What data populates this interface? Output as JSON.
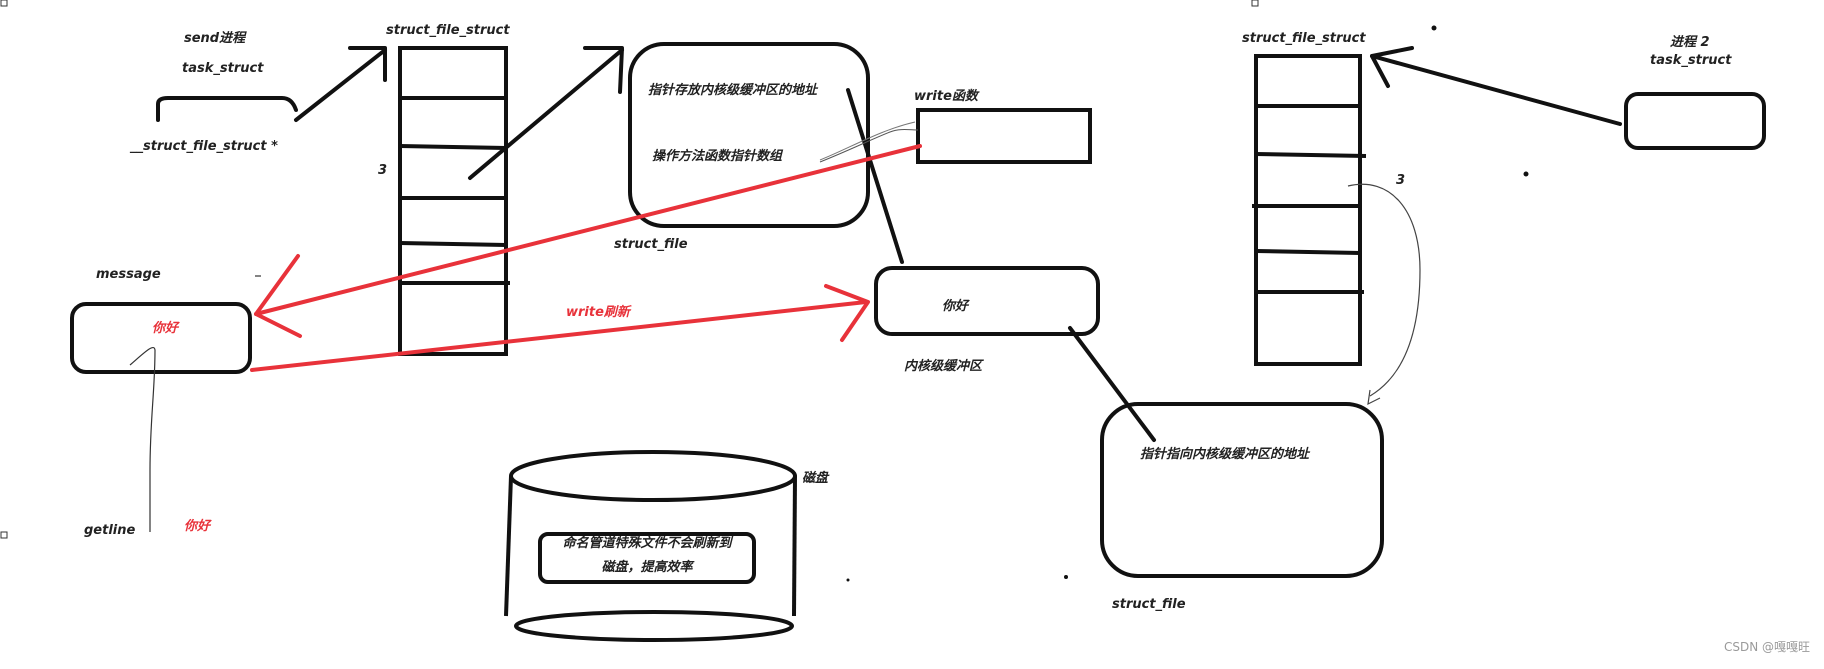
{
  "colors": {
    "ink": "#111111",
    "arrow_red": "#e8323a",
    "text": "#222222",
    "watermark": "#9a9a9a"
  },
  "labels": {
    "send_process": "send进程",
    "task_struct_left": "task_struct",
    "struct_file_struct_ptr": "__struct_file_struct *",
    "struct_file_struct_top": "struct_file_struct",
    "fd_left": "3",
    "fd_right": "3",
    "struct_file_box_line1": "指针存放内核级缓冲区的地址",
    "struct_file_box_line2": "操作方法函数指针数组",
    "struct_file_label_left": "struct_file",
    "write_function": "write函数",
    "message": "message",
    "message_content": "你好",
    "write_flush": "write刷新",
    "kernel_buffer_content": "你好",
    "kernel_buffer": "内核级缓冲区",
    "getline": "getline",
    "getline_content": "你好",
    "disk": "磁盘",
    "disk_note_line1": "命名管道特殊文件不会刷新到",
    "disk_note_line2": "磁盘，提高效率",
    "struct_file_struct_right": "struct_file_struct",
    "process2": "进程 2",
    "task_struct_right": "task_struct",
    "struct_file_box_right": "指针指向内核级缓冲区的地址",
    "struct_file_label_right": "struct_file",
    "watermark": "CSDN @嘎嘎旺"
  }
}
